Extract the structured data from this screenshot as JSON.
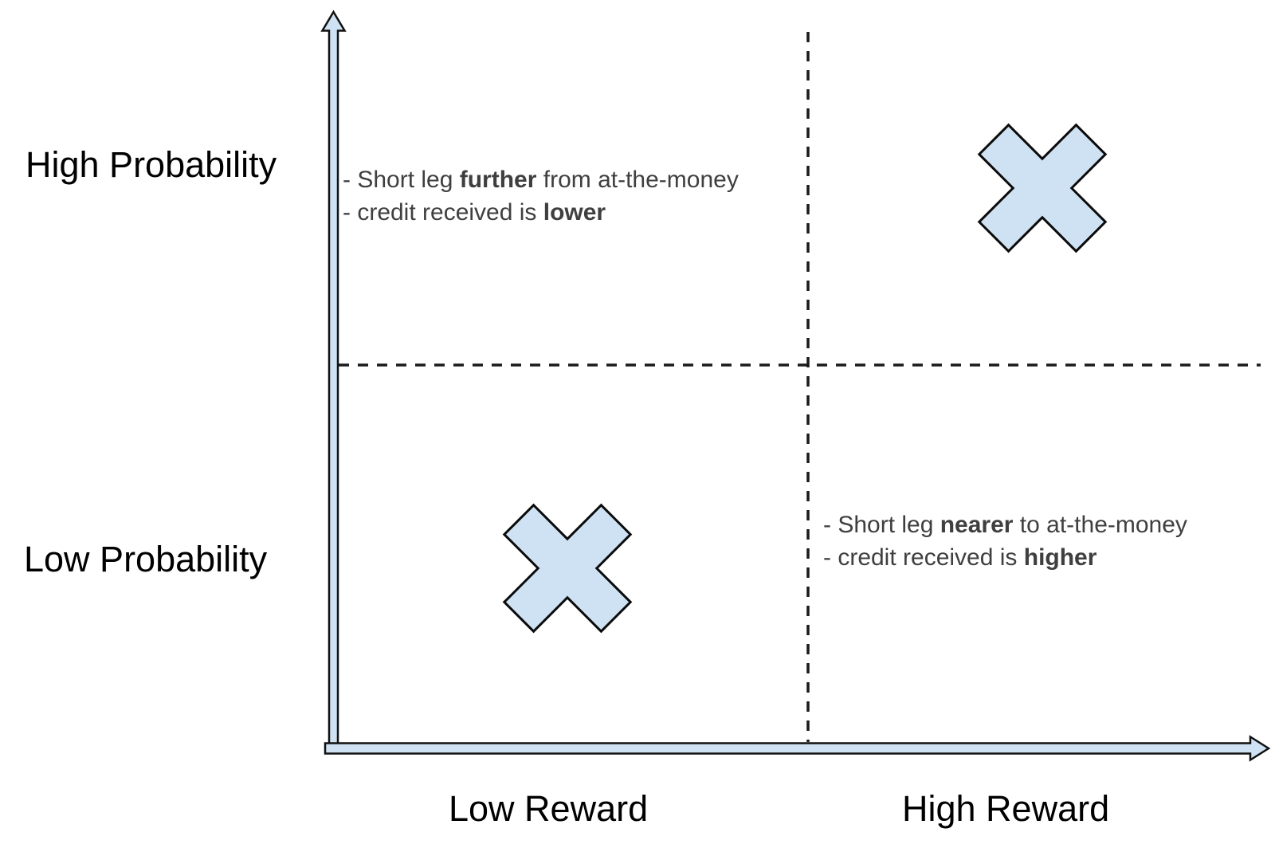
{
  "diagram": {
    "y_axis": {
      "high_label": "High Probability",
      "low_label": "Low Probability"
    },
    "x_axis": {
      "low_label": "Low Reward",
      "high_label": "High Reward"
    },
    "annotations": {
      "top_left": {
        "lines": [
          {
            "pre": "- Short leg ",
            "bold": "further",
            "post": " from at-the-money"
          },
          {
            "pre": "- credit received is ",
            "bold": "lower",
            "post": ""
          }
        ]
      },
      "bottom_right": {
        "lines": [
          {
            "pre": "- Short leg ",
            "bold": "nearer",
            "post": " to at-the-money"
          },
          {
            "pre": "- credit received is ",
            "bold": "higher",
            "post": ""
          }
        ]
      }
    },
    "markers": [
      {
        "id": "x-marker-top-right",
        "quadrant": "high-probability-high-reward"
      },
      {
        "id": "x-marker-bottom-left",
        "quadrant": "low-probability-low-reward"
      }
    ],
    "colors": {
      "shape_fill": "#cfe2f3",
      "shape_stroke": "#111111",
      "dashed_line": "#1a1a1a",
      "annotation_text": "#3f3f3f",
      "label_text": "#000000",
      "background": "#ffffff"
    }
  }
}
